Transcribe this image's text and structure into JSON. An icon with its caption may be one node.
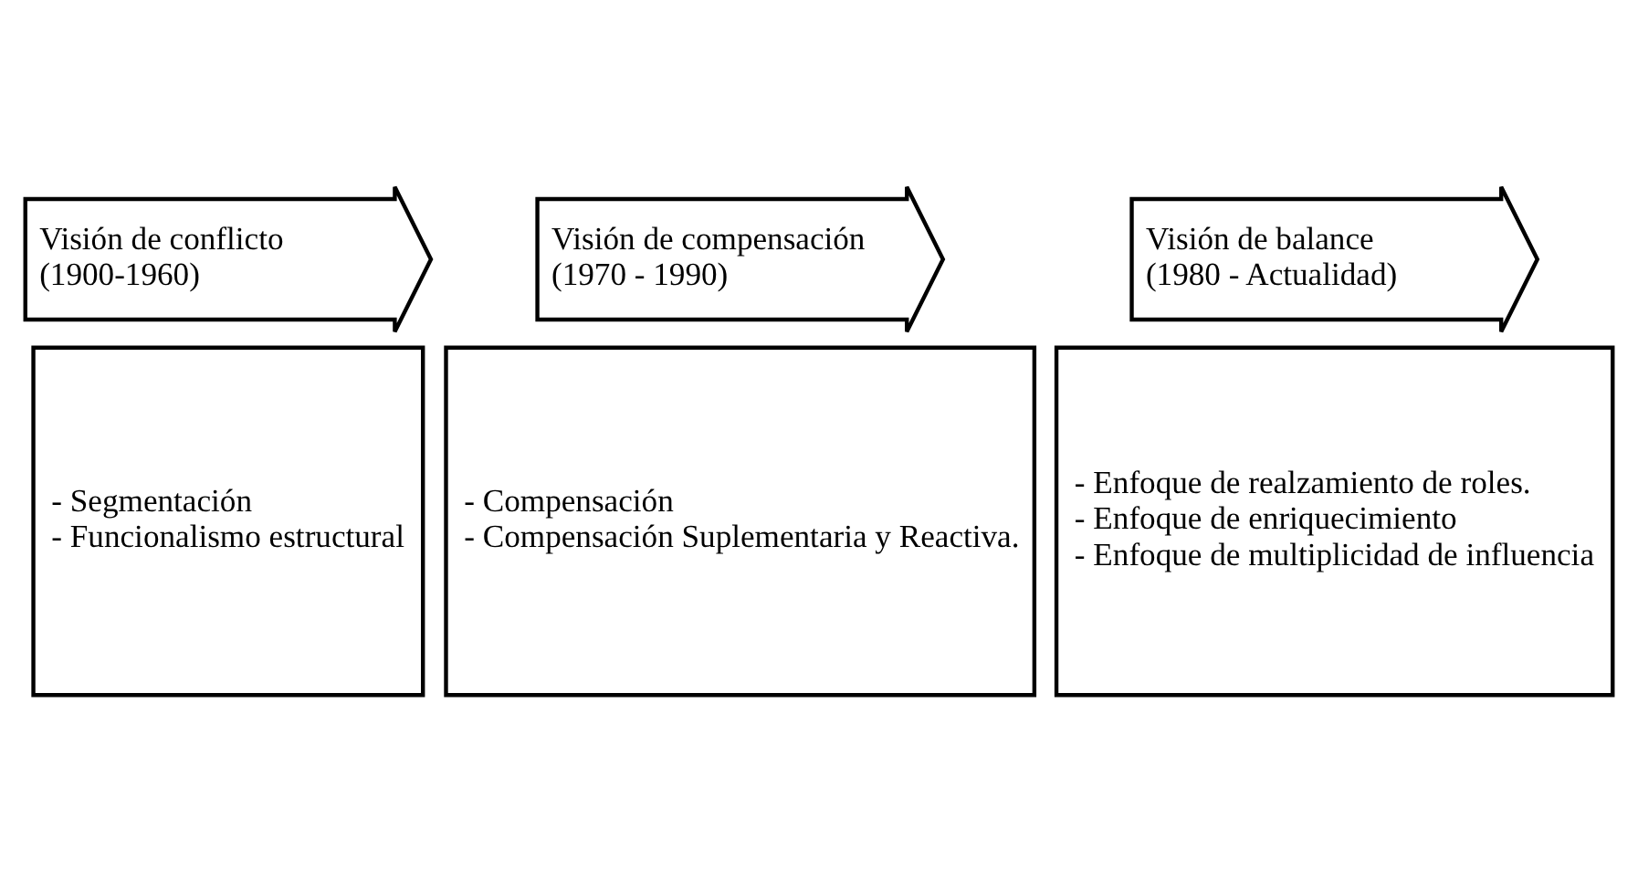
{
  "diagram": {
    "nodes": [
      {
        "text": [
          "Visión de conflicto",
          "(1900-1960)"
        ]
      },
      {
        "text": [
          "- Segmentación",
          "- Funcionalismo estructural"
        ]
      },
      {
        "text": [
          "Visión de compensación",
          "(1970 - 1990)"
        ]
      },
      {
        "text": [
          "- Compensación",
          "- Compensación Suplementaria y Reactiva."
        ]
      },
      {
        "text": [
          "Visión de balance",
          "(1980 - Actualidad)"
        ]
      },
      {
        "text": [
          "- Enfoque de realzamiento de roles.",
          "- Enfoque de enriquecimiento",
          "- Enfoque de multiplicidad de influencia"
        ]
      }
    ],
    "edges": []
  }
}
